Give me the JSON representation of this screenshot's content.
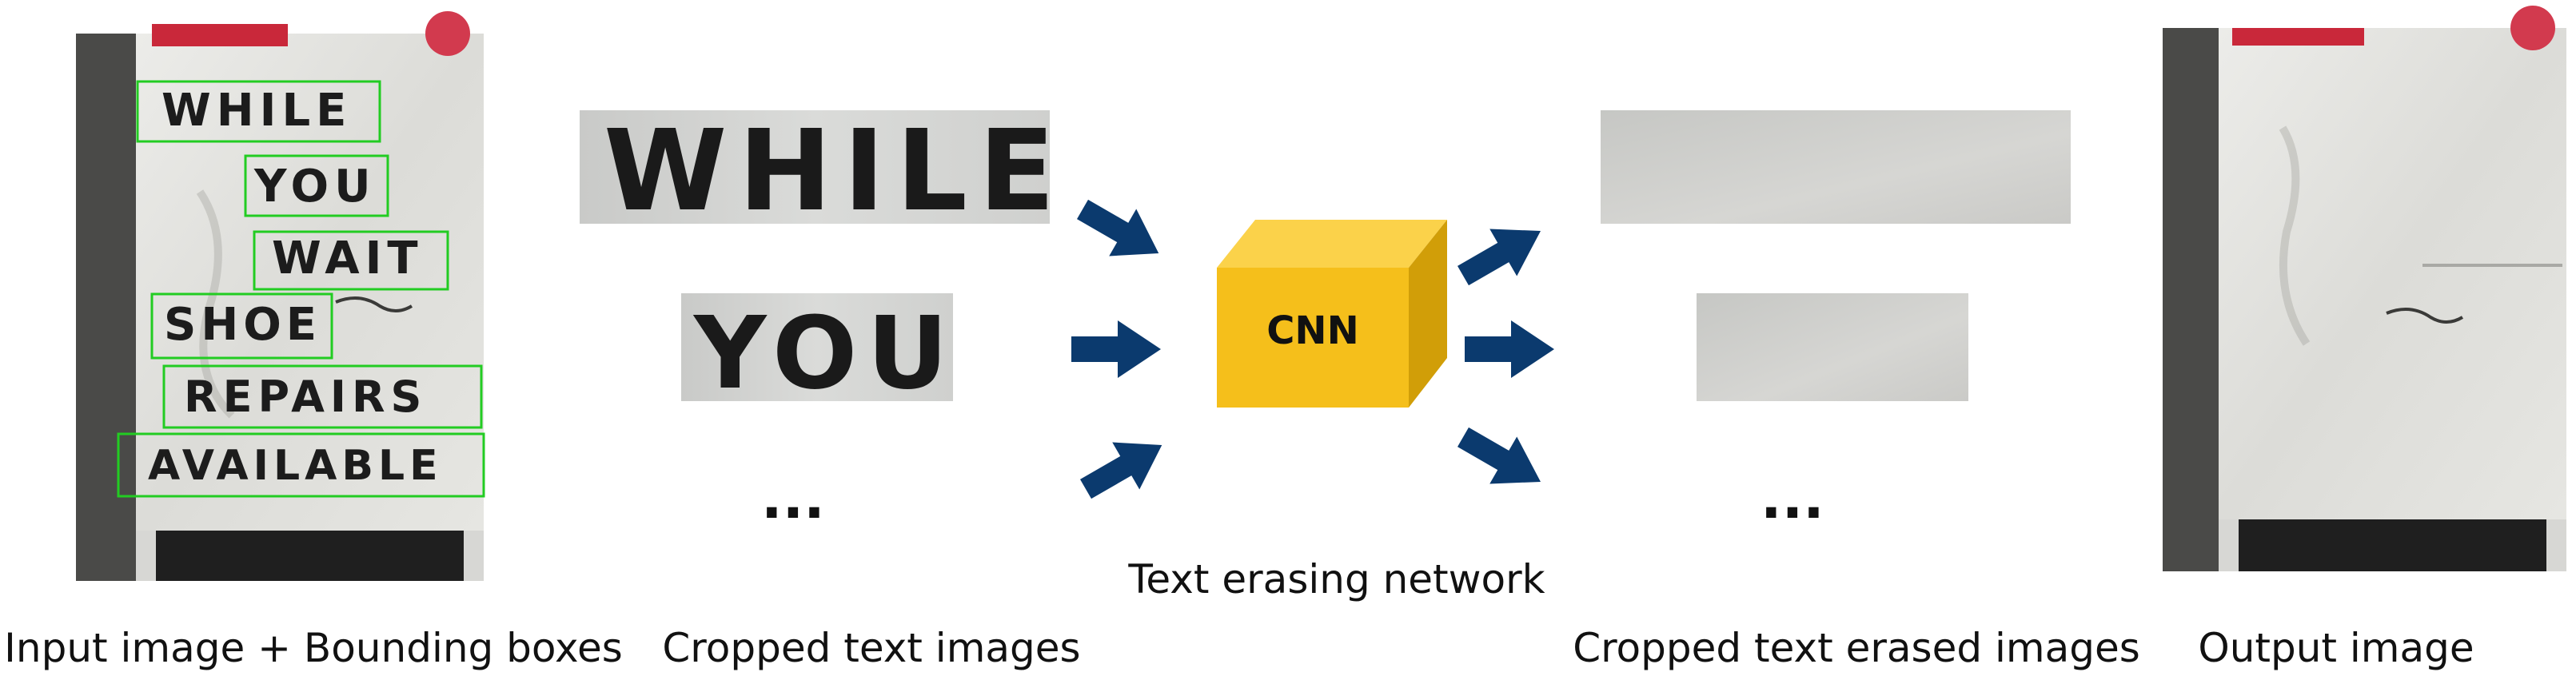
{
  "input_words": [
    "WHILE",
    "YOU",
    "WAIT",
    "SHOE",
    "REPAIRS",
    "AVAILABLE"
  ],
  "cropped_words": [
    "WHILE",
    "YOU"
  ],
  "ellipsis": "...",
  "network": {
    "label": "CNN",
    "caption": "Text erasing network"
  },
  "captions": {
    "input": "Input image + Bounding boxes",
    "cropped": "Cropped text images",
    "erased": "Cropped text erased images",
    "output": "Output image"
  },
  "colors": {
    "arrow": "#0b3a6e",
    "box": "#22cc22",
    "cube_front": "#f5bf1b",
    "cube_top": "#fbd24a",
    "cube_side": "#d19e08",
    "board": "#e4e4e1",
    "wall": "#4a4a48"
  }
}
